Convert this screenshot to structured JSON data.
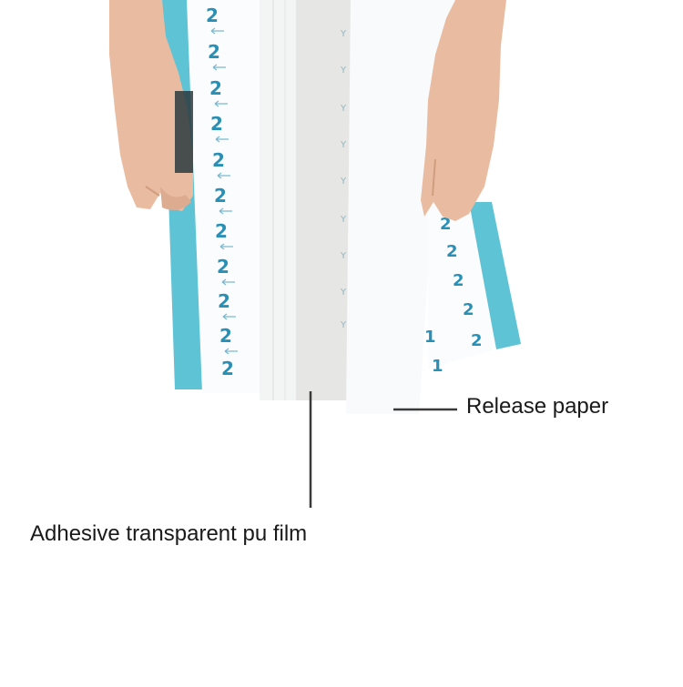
{
  "photo": {
    "subject": "hands holding adhesive film dressing with release paper",
    "colors": {
      "teal_band": "#5fc3d6",
      "liner_white": "#fbfcfd",
      "film": "#e6e6e4",
      "number_blue": "#2a8fb5",
      "skin": "#e9bca1",
      "callout_line": "#3a3a3a"
    }
  },
  "annotations": {
    "release_paper": "Release paper",
    "film": "Adhesive transparent pu film"
  }
}
